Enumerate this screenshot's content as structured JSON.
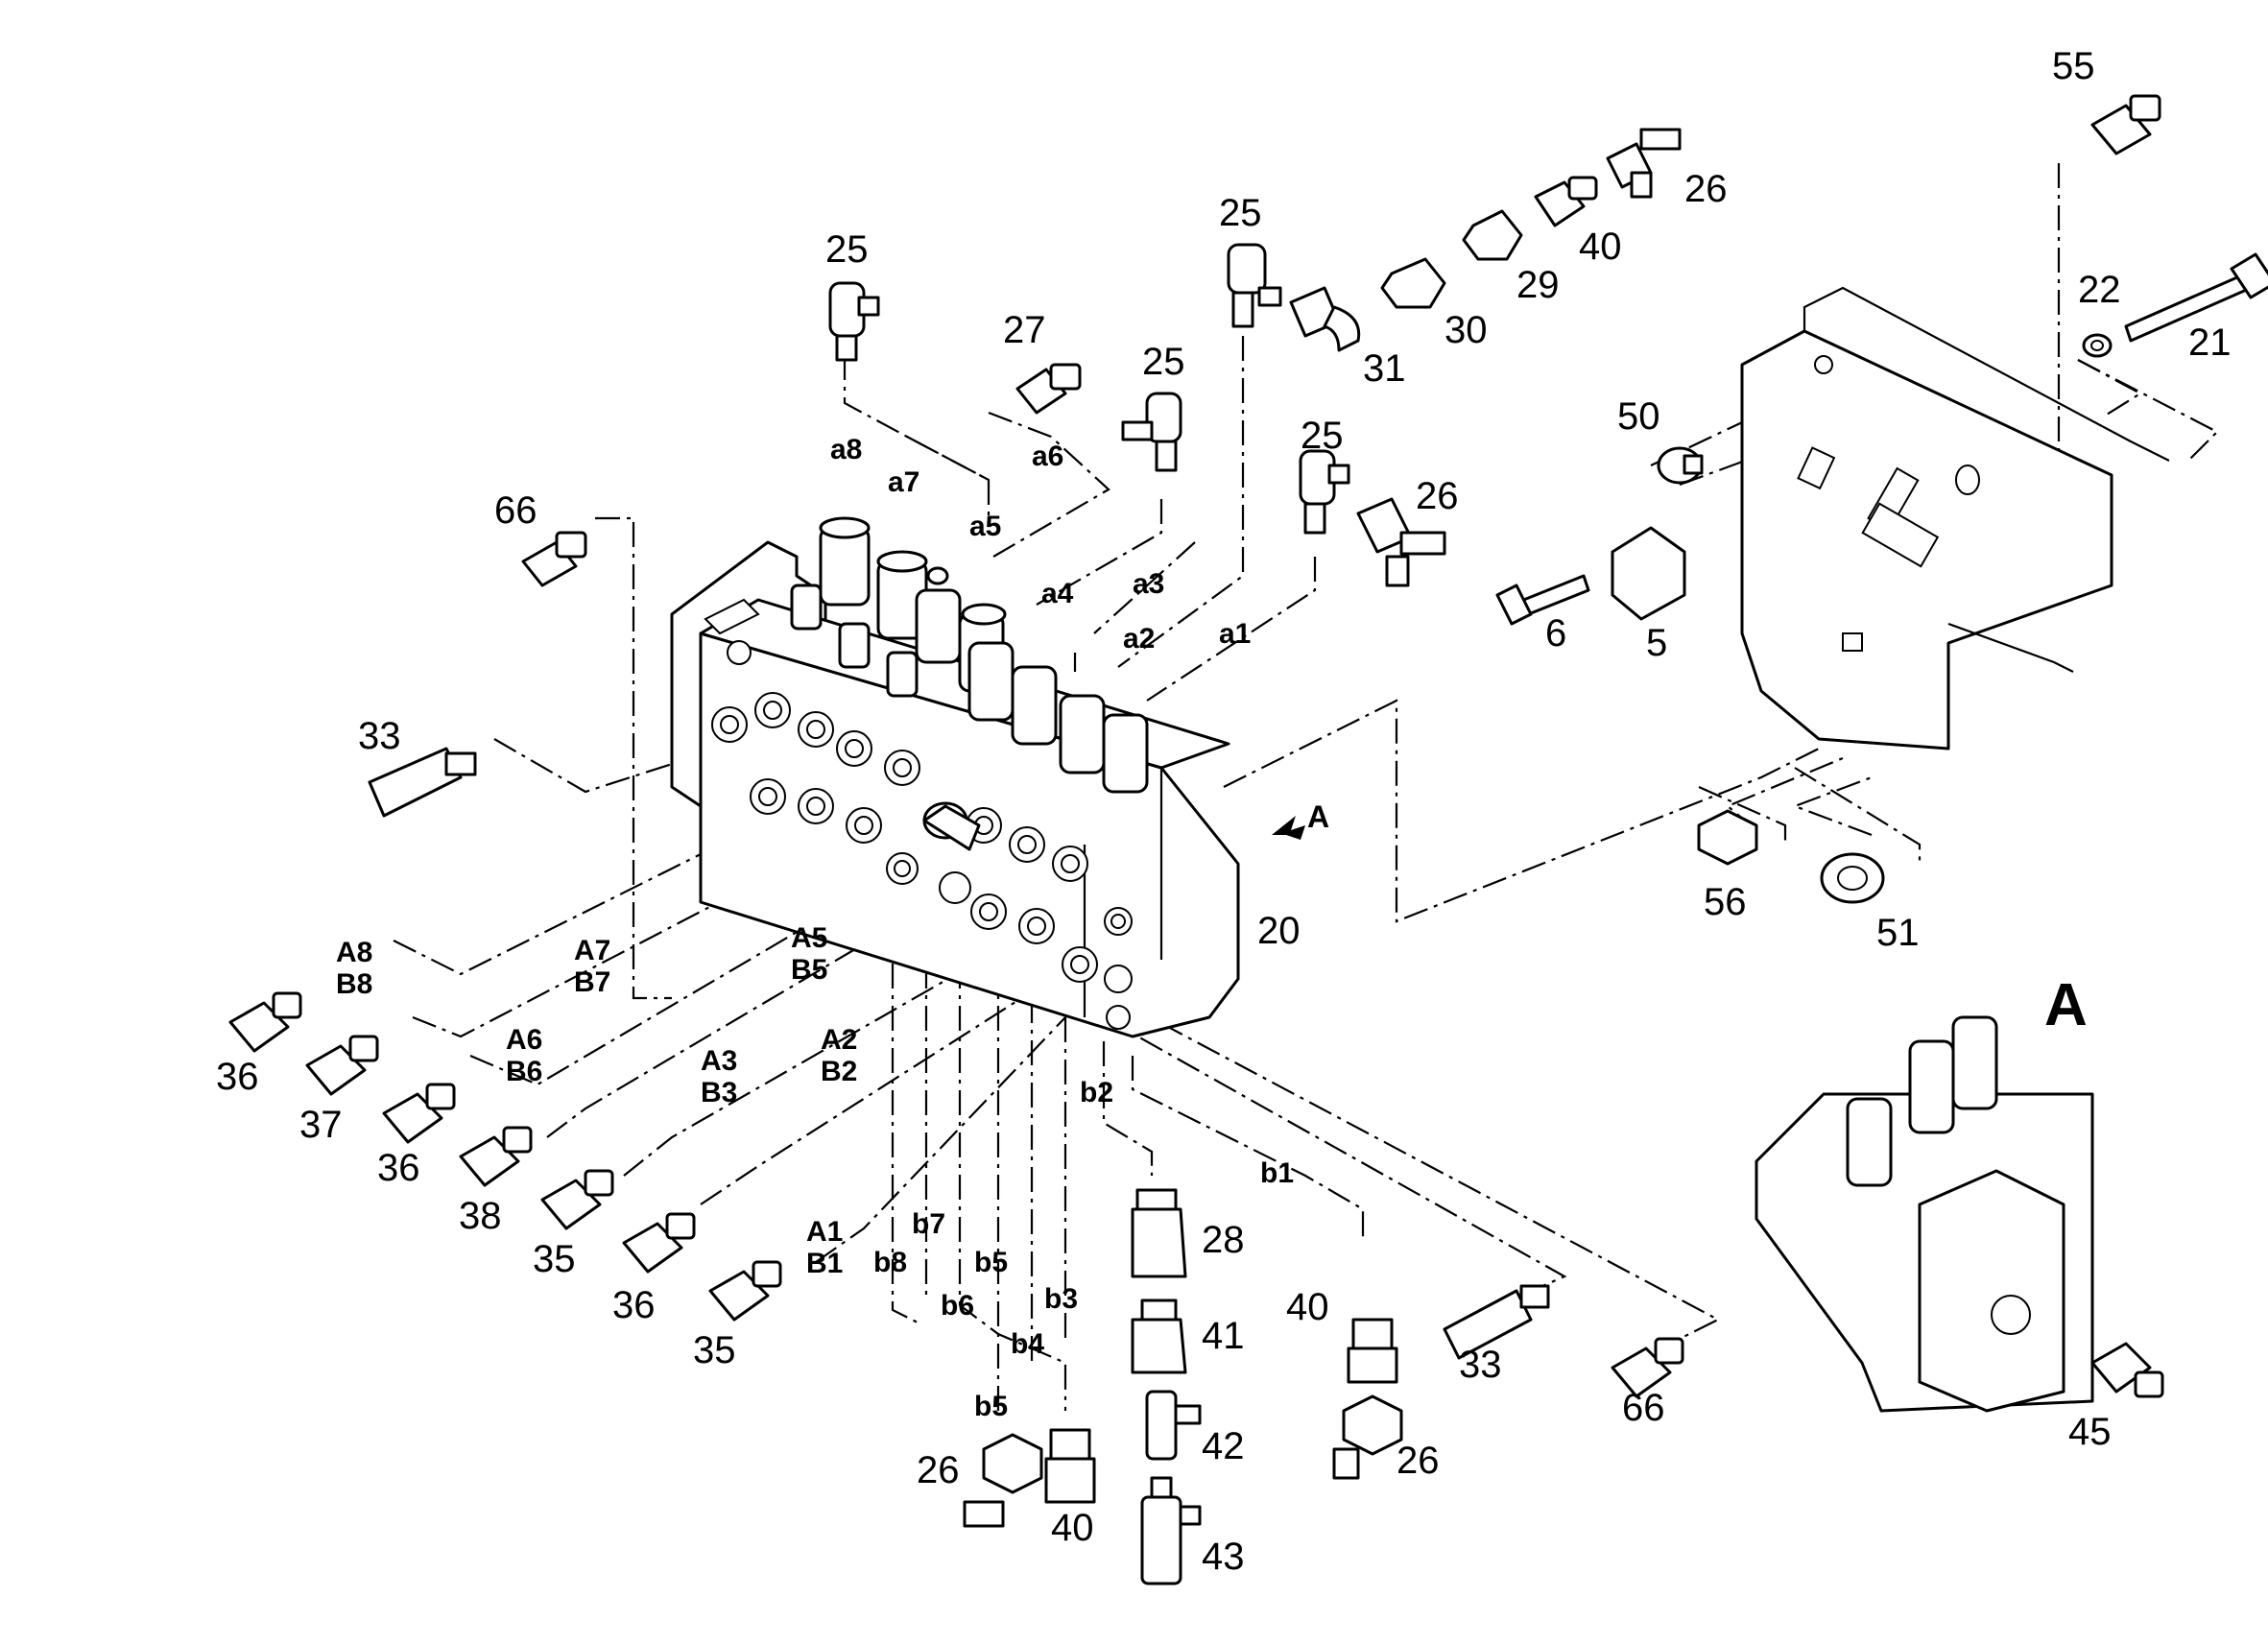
{
  "view_label": "A",
  "arrow_label": "A",
  "part_numbers": {
    "p55": "55",
    "p26_top": "26",
    "p40_top": "40",
    "p29": "29",
    "p30": "30",
    "p31": "31",
    "p25_a": "25",
    "p25_b": "25",
    "p25_c": "25",
    "p25_d": "25",
    "p27": "27",
    "p26_mid": "26",
    "p22": "22",
    "p21": "21",
    "p50": "50",
    "p66_left": "66",
    "p6": "6",
    "p5": "5",
    "p33_left": "33",
    "p20": "20",
    "p56": "56",
    "p51": "51",
    "p36_a": "36",
    "p37": "37",
    "p36_b": "36",
    "p38": "38",
    "p35_a": "35",
    "p36_c": "36",
    "p35_b": "35",
    "p28": "28",
    "p41": "41",
    "p42": "42",
    "p43": "43",
    "p40_low": "40",
    "p26_low": "26",
    "p33_right": "33",
    "p66_right": "66",
    "p26_bot": "26",
    "p40_bot": "40",
    "p45": "45"
  },
  "port_labels": {
    "a8": "a8",
    "a7": "a7",
    "a6": "a6",
    "a5": "a5",
    "a4": "a4",
    "a3": "a3",
    "a2": "a2",
    "a1": "a1",
    "A8": "A8",
    "B8": "B8",
    "A7": "A7",
    "B7": "B7",
    "A6": "A6",
    "B6": "B6",
    "A5": "A5",
    "B5": "B5",
    "A3": "A3",
    "B3": "B3",
    "A2": "A2",
    "B2": "B2",
    "A1": "A1",
    "B1": "B1",
    "b1": "b1",
    "b2": "b2",
    "b3": "b3",
    "b4": "b4",
    "b5": "b5",
    "b5_low": "b5",
    "b6": "b6",
    "b7": "b7",
    "b8": "b8"
  }
}
